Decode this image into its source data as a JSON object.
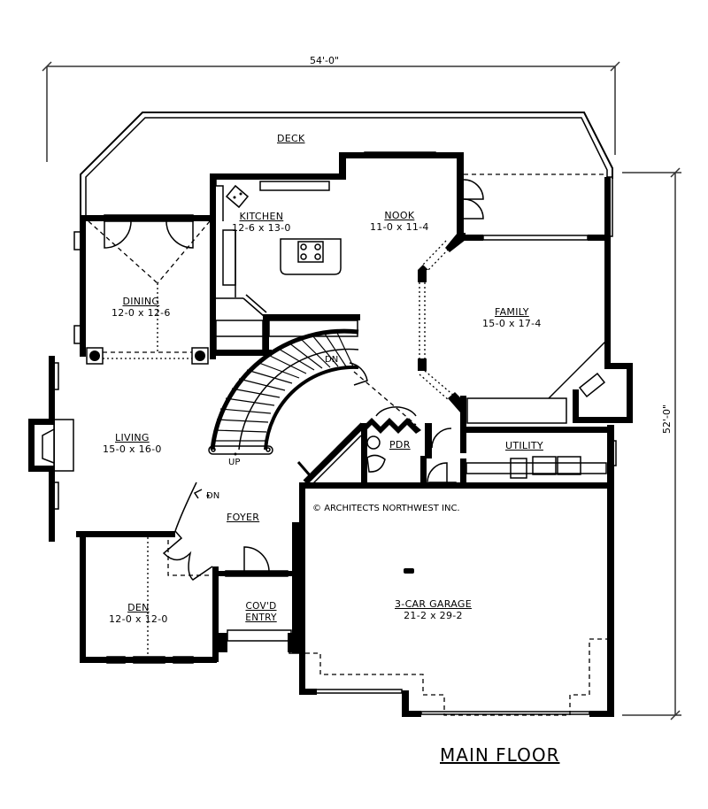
{
  "plan": {
    "title": "MAIN FLOOR",
    "copyright": "ARCHITECTS NORTHWEST INC.",
    "copyright_symbol": "©",
    "dimensions": {
      "width": "54'-0\"",
      "depth": "52'-0\""
    },
    "rooms": [
      {
        "id": "deck",
        "name": "DECK",
        "size": ""
      },
      {
        "id": "kitchen",
        "name": "KITCHEN",
        "size": "12-6 x 13-0"
      },
      {
        "id": "nook",
        "name": "NOOK",
        "size": "11-0 x 11-4"
      },
      {
        "id": "dining",
        "name": "DINING",
        "size": "12-0 x 12-6"
      },
      {
        "id": "family",
        "name": "FAMILY",
        "size": "15-0 x 17-4"
      },
      {
        "id": "living",
        "name": "LIVING",
        "size": "15-0 x 16-0"
      },
      {
        "id": "pdr",
        "name": "PDR",
        "size": ""
      },
      {
        "id": "utility",
        "name": "UTILITY",
        "size": ""
      },
      {
        "id": "foyer",
        "name": "FOYER",
        "size": ""
      },
      {
        "id": "den",
        "name": "DEN",
        "size": "12-0 x 12-0"
      },
      {
        "id": "covd-entry",
        "name": "COV'D ENTRY",
        "size": ""
      },
      {
        "id": "garage",
        "name": "3-CAR GARAGE",
        "size": "21-2 x 29-2"
      }
    ],
    "stair_labels": {
      "up": "UP",
      "dn_top": "DN",
      "dn_living": "DN"
    }
  }
}
